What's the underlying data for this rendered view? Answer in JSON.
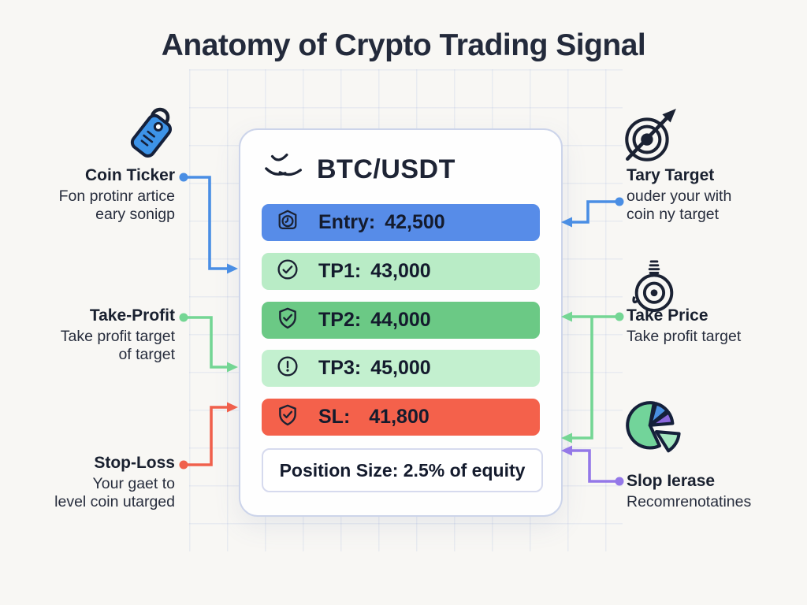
{
  "title": "Anatomy of Crypto Trading Signal",
  "colors": {
    "accent-blue": "#4a8ee4",
    "accent-green": "#74d694",
    "accent-red": "#f0604c",
    "accent-purple": "#9478e8",
    "row-entry-bg": "#578ce8",
    "row-tp1-bg": "#b9ecc6",
    "row-tp2-bg": "#6bc985",
    "row-tp3-bg": "#c3f0cf",
    "row-sl-bg": "#f4614b",
    "ink": "#1b2233",
    "card-border": "#ccd4ea",
    "page-bg": "#f8f7f4"
  },
  "card": {
    "pair": "BTC/USDT",
    "rows": [
      {
        "id": "entry",
        "label": "Entry:",
        "value": "42,500",
        "icon": "stopwatch-badge-icon"
      },
      {
        "id": "tp1",
        "label": "TP1:",
        "value": "43,000",
        "icon": "check-circle-icon"
      },
      {
        "id": "tp2",
        "label": "TP2:",
        "value": "44,000",
        "icon": "shield-check-icon"
      },
      {
        "id": "tp3",
        "label": "TP3:",
        "value": "45,000",
        "icon": "alert-circle-icon"
      },
      {
        "id": "sl",
        "label": "SL:",
        "value": "41,800",
        "icon": "shield-check-icon"
      }
    ],
    "position_size": "Position Size: 2.5% of equity"
  },
  "annotations": {
    "left": [
      {
        "title": "Coin Ticker",
        "lines": [
          "Fon protinr artice",
          "eary sonigp"
        ],
        "icon": "price-tag-icon",
        "connector_color": "blue"
      },
      {
        "title": "Take-Profit",
        "lines": [
          "Take profit target",
          "of target"
        ],
        "connector_color": "green"
      },
      {
        "title": "Stop-Loss",
        "lines": [
          "Your gaet to",
          "level coin utarged"
        ],
        "connector_color": "red"
      }
    ],
    "right": [
      {
        "title": "Tary Target",
        "lines": [
          "ouder your with",
          "coin ny target"
        ],
        "icon": "target-icon",
        "connector_color": "blue"
      },
      {
        "title": "Take Price",
        "lines": [
          "Take profit target"
        ],
        "icon": "gauge-icon",
        "connector_color": "green"
      },
      {
        "title": "Slop Ierase",
        "lines": [
          "Recomrenotatines"
        ],
        "icon": "pie-chart-icon",
        "connector_color": "purple"
      }
    ]
  }
}
